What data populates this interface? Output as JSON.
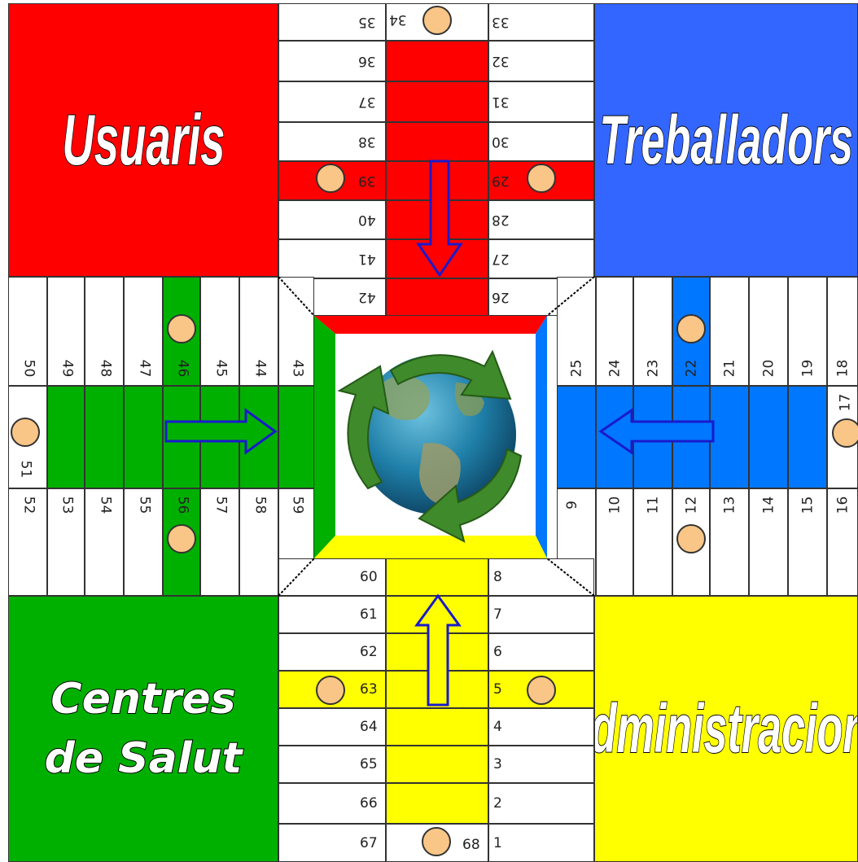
{
  "homes": {
    "top_left": {
      "label": "Usuaris",
      "color": "#ff0000"
    },
    "top_right": {
      "label": "Treballadors",
      "color": "#3366ff"
    },
    "bottom_left": {
      "label_line1": "Centres",
      "label_line2": "de Salut",
      "color": "#00b000"
    },
    "bottom_right": {
      "label": "Administracions",
      "color": "#ffff00"
    }
  },
  "colors": {
    "red": "#ff0000",
    "blue": "#0077ff",
    "green": "#00b000",
    "yellow": "#ffff00",
    "token": "#f9c687"
  },
  "track": {
    "top_left_column": [
      "35",
      "36",
      "37",
      "38",
      "39",
      "40",
      "41",
      "42"
    ],
    "top_right_column": [
      "33",
      "32",
      "31",
      "30",
      "29",
      "28",
      "27",
      "26"
    ],
    "top_center_token_number": "34",
    "left_top_row": [
      "50",
      "49",
      "48",
      "47",
      "46",
      "45",
      "44",
      "43"
    ],
    "left_bottom_row": [
      "52",
      "53",
      "54",
      "55",
      "56",
      "57",
      "58",
      "59"
    ],
    "left_middle_number": "51",
    "right_top_row": [
      "25",
      "24",
      "23",
      "22",
      "21",
      "20",
      "19",
      "18"
    ],
    "right_bottom_row": [
      "9",
      "10",
      "11",
      "12",
      "13",
      "14",
      "15",
      "16"
    ],
    "right_middle_number": "17",
    "bottom_left_column": [
      "60",
      "61",
      "62",
      "63",
      "64",
      "65",
      "66",
      "67"
    ],
    "bottom_right_column": [
      "8",
      "7",
      "6",
      "5",
      "4",
      "3",
      "2",
      "1"
    ],
    "bottom_center_number": "68"
  },
  "center": {
    "image": "recycling-earth-globe"
  }
}
